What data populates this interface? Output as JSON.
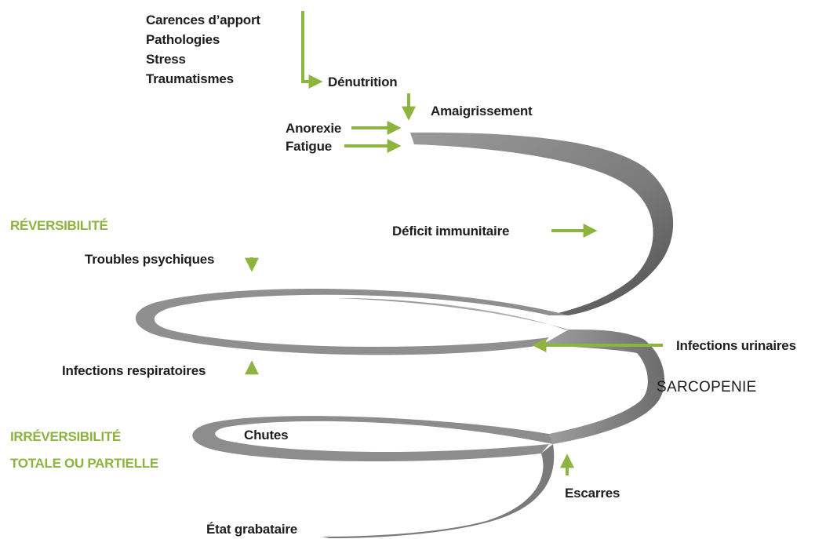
{
  "causes": [
    "Carences d’apport",
    "Pathologies",
    "Stress",
    "Traumatismes"
  ],
  "labels": {
    "denutrition": "Dénutrition",
    "amaigrissement": "Amaigrissement",
    "anorexie": "Anorexie",
    "fatigue": "Fatigue",
    "deficit_immunitaire": "Déficit immunitaire",
    "troubles_psychiques": "Troubles psychiques",
    "infections_urinaires": "Infections urinaires",
    "infections_respiratoires": "Infections respiratoires",
    "sarcopenie": "SARCOPENIE",
    "chutes": "Chutes",
    "escarres": "Escarres",
    "etat_grabataire": "État grabataire"
  },
  "zones": {
    "reversibilite": "RÉVERSIBILITÉ",
    "irreversibilite_line1": "IRRÉVERSIBILITÉ",
    "irreversibilite_line2": "TOTALE OU PARTIELLE"
  },
  "colors": {
    "arrow": "#8db43e",
    "zone_text": "#8db43e",
    "label_text": "#1e1e1e",
    "spiral_light": "#a6a6a6",
    "spiral_dark": "#555555"
  }
}
